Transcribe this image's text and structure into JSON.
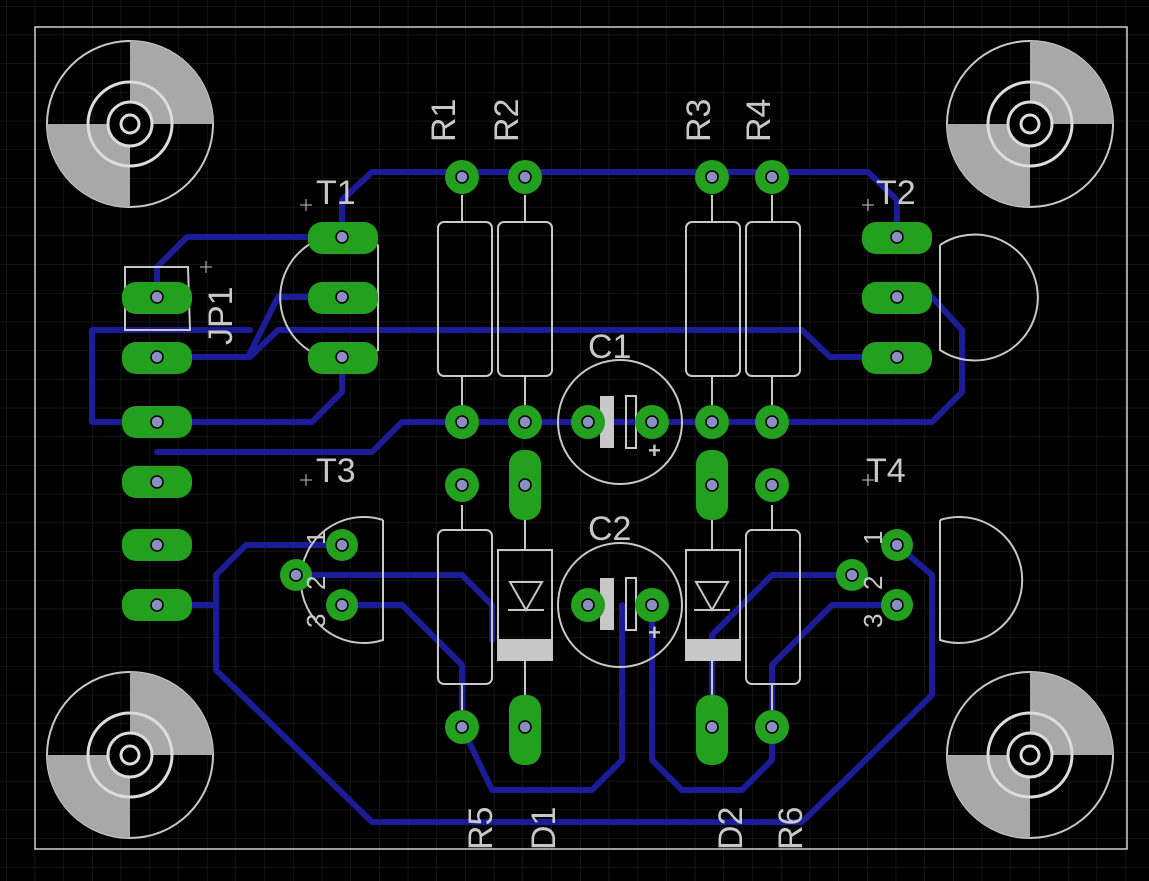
{
  "board": {
    "background": "#000000",
    "grid_color": "#2a2a2a",
    "outline_color": "#d0d0d0",
    "silk_color": "#c8c8c8",
    "trace_color": "#1c1c98",
    "pad_color": "#22a01e",
    "hole_color": "#8a8ec0"
  },
  "components": {
    "R1": "R1",
    "R2": "R2",
    "R3": "R3",
    "R4": "R4",
    "R5": "R5",
    "R6": "R6",
    "T1": "T1",
    "T2": "T2",
    "T3": "T3",
    "T4": "T4",
    "C1": "C1",
    "C2": "C2",
    "D1": "D1",
    "D2": "D2",
    "JP1": "JP1"
  },
  "pin_labels": {
    "t3_pin1": "1",
    "t3_pin2": "2",
    "t3_pin3": "3",
    "t4_pin1": "1",
    "t4_pin2": "2",
    "t4_pin3": "3"
  },
  "polarity": {
    "c1_plus": "+",
    "c2_plus": "+"
  }
}
